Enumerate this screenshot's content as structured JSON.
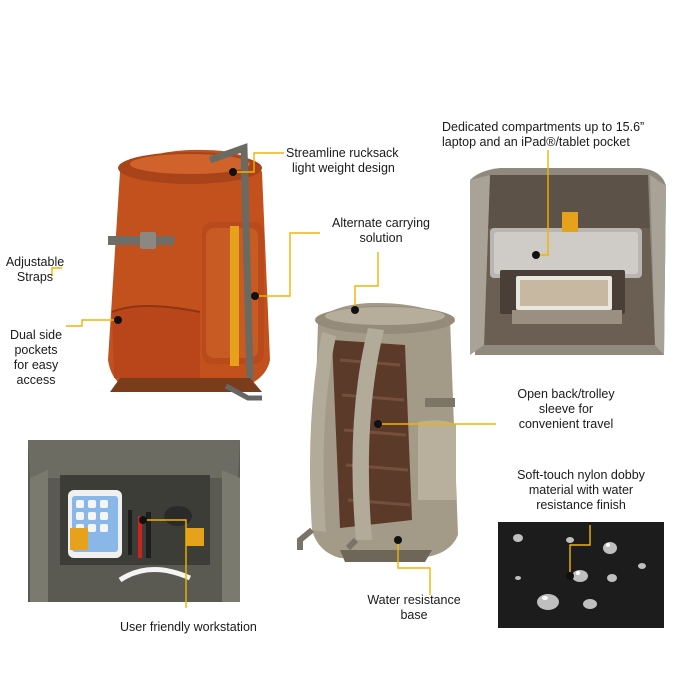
{
  "callouts": {
    "streamline": [
      "Streamline rucksack",
      "light weight design"
    ],
    "adjustable": [
      "Adjustable",
      "Straps"
    ],
    "alternate": [
      "Alternate carrying",
      "solution"
    ],
    "dual_side": [
      "Dual side",
      "pockets",
      "for easy",
      "access"
    ],
    "compartments": [
      "Dedicated compartments up to 15.6”",
      "laptop and an iPad®/tablet pocket"
    ],
    "open_back": [
      "Open back/trolley",
      "sleeve for",
      "convenient travel"
    ],
    "soft_touch": [
      "Soft-touch nylon dobby",
      "material with water",
      "resistance finish"
    ],
    "water_base": [
      "Water resistance",
      "base"
    ],
    "workstation": [
      "User friendly workstation"
    ]
  },
  "colors": {
    "accent": "#f2b300",
    "orange_pack": "#c2511e",
    "khaki_pack": "#a39a88",
    "mesh_brown": "#5b3a2a",
    "fabric_dark": "#1c1c1c"
  }
}
